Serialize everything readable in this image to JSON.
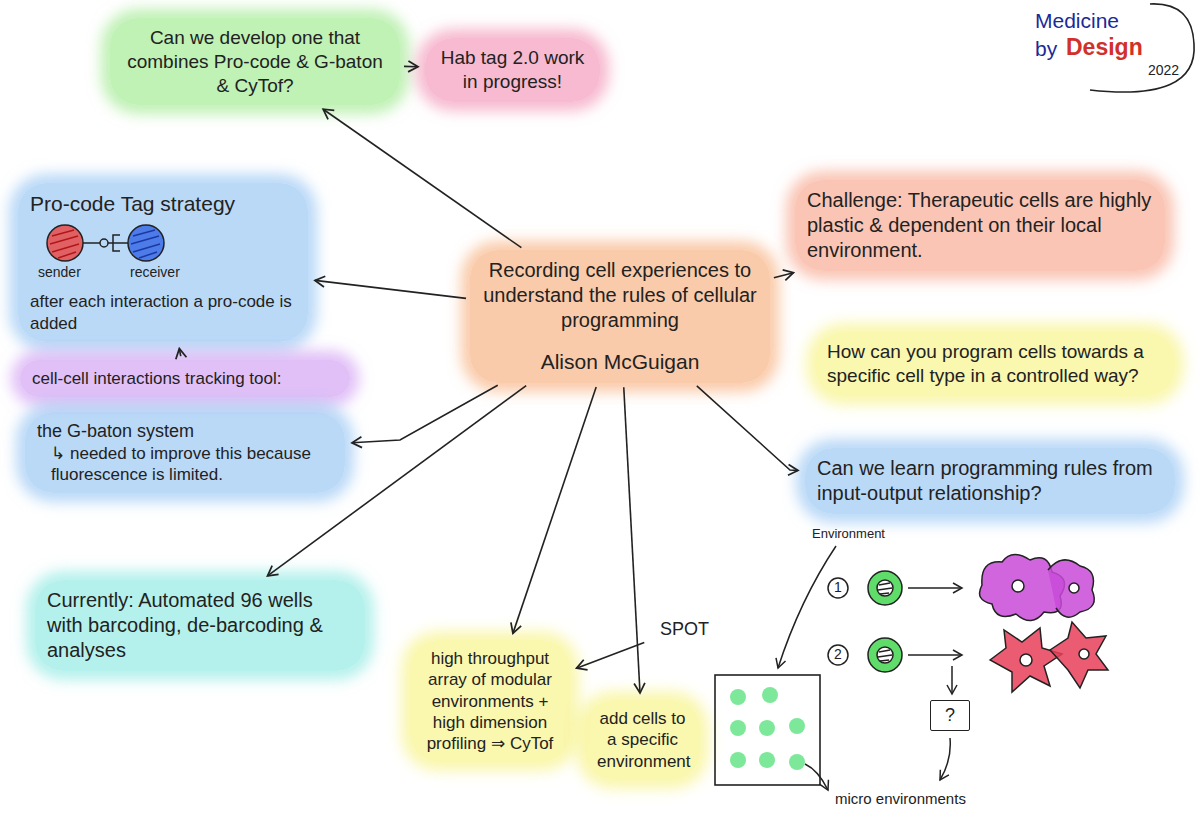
{
  "diagram": {
    "nodes": [
      {
        "text": [
          "Recording cell experiences to understand the rules of cellular programming",
          "Alison McGuigan"
        ]
      },
      {
        "text": [
          "Can we develop one that combines Pro-code & G-baton & CyTof?"
        ]
      },
      {
        "text": [
          "Hab tag 2.0 work in progress!"
        ]
      },
      {
        "text": [
          "Pro-code Tag strategy",
          "after each interaction a pro-code is added"
        ]
      },
      {
        "text": [
          "cell-cell interactions tracking tool:"
        ]
      },
      {
        "text": [
          "the G-baton system",
          "↳ needed to improve this because fluorescence is limited."
        ]
      },
      {
        "text": [
          "Challenge: Therapeutic cells are highly plastic & dependent on their local environment."
        ]
      },
      {
        "text": [
          "How can you program cells towards a specific cell type in a controlled way?"
        ]
      },
      {
        "text": [
          "Can we learn programming rules from input-output relationship?"
        ]
      },
      {
        "text": [
          "Currently: Automated 96 wells with barcoding, de-barcoding & analyses"
        ]
      },
      {
        "text": [
          "high throughput array of modular environments + high dimension profiling ⇒ CyTof"
        ]
      },
      {
        "text": [
          "add cells to a specific environment"
        ]
      },
      {
        "text": [
          "SPOT"
        ]
      },
      {
        "text": [
          "?"
        ]
      }
    ],
    "edges": [
      {
        "from": 0,
        "to": 1,
        "arrow": "to"
      },
      {
        "from": 1,
        "to": 2,
        "arrow": "to"
      },
      {
        "from": 0,
        "to": 3,
        "arrow": "to"
      },
      {
        "from": 4,
        "to": 3,
        "arrow": "to"
      },
      {
        "from": 0,
        "to": 5,
        "arrow": "to"
      },
      {
        "from": 0,
        "to": 6,
        "arrow": "to"
      },
      {
        "from": 0,
        "to": 8,
        "arrow": "to"
      },
      {
        "from": 0,
        "to": 9,
        "arrow": "to"
      },
      {
        "from": 0,
        "to": 10,
        "arrow": "to"
      },
      {
        "from": 0,
        "to": 11,
        "arrow": "to"
      },
      {
        "from": 12,
        "to": 10,
        "arrow": "to"
      }
    ],
    "labels": [
      "Medicine",
      "by",
      "Design",
      "2022",
      "sender",
      "receiver",
      "Environment",
      "1",
      "2",
      "micro environments"
    ]
  }
}
